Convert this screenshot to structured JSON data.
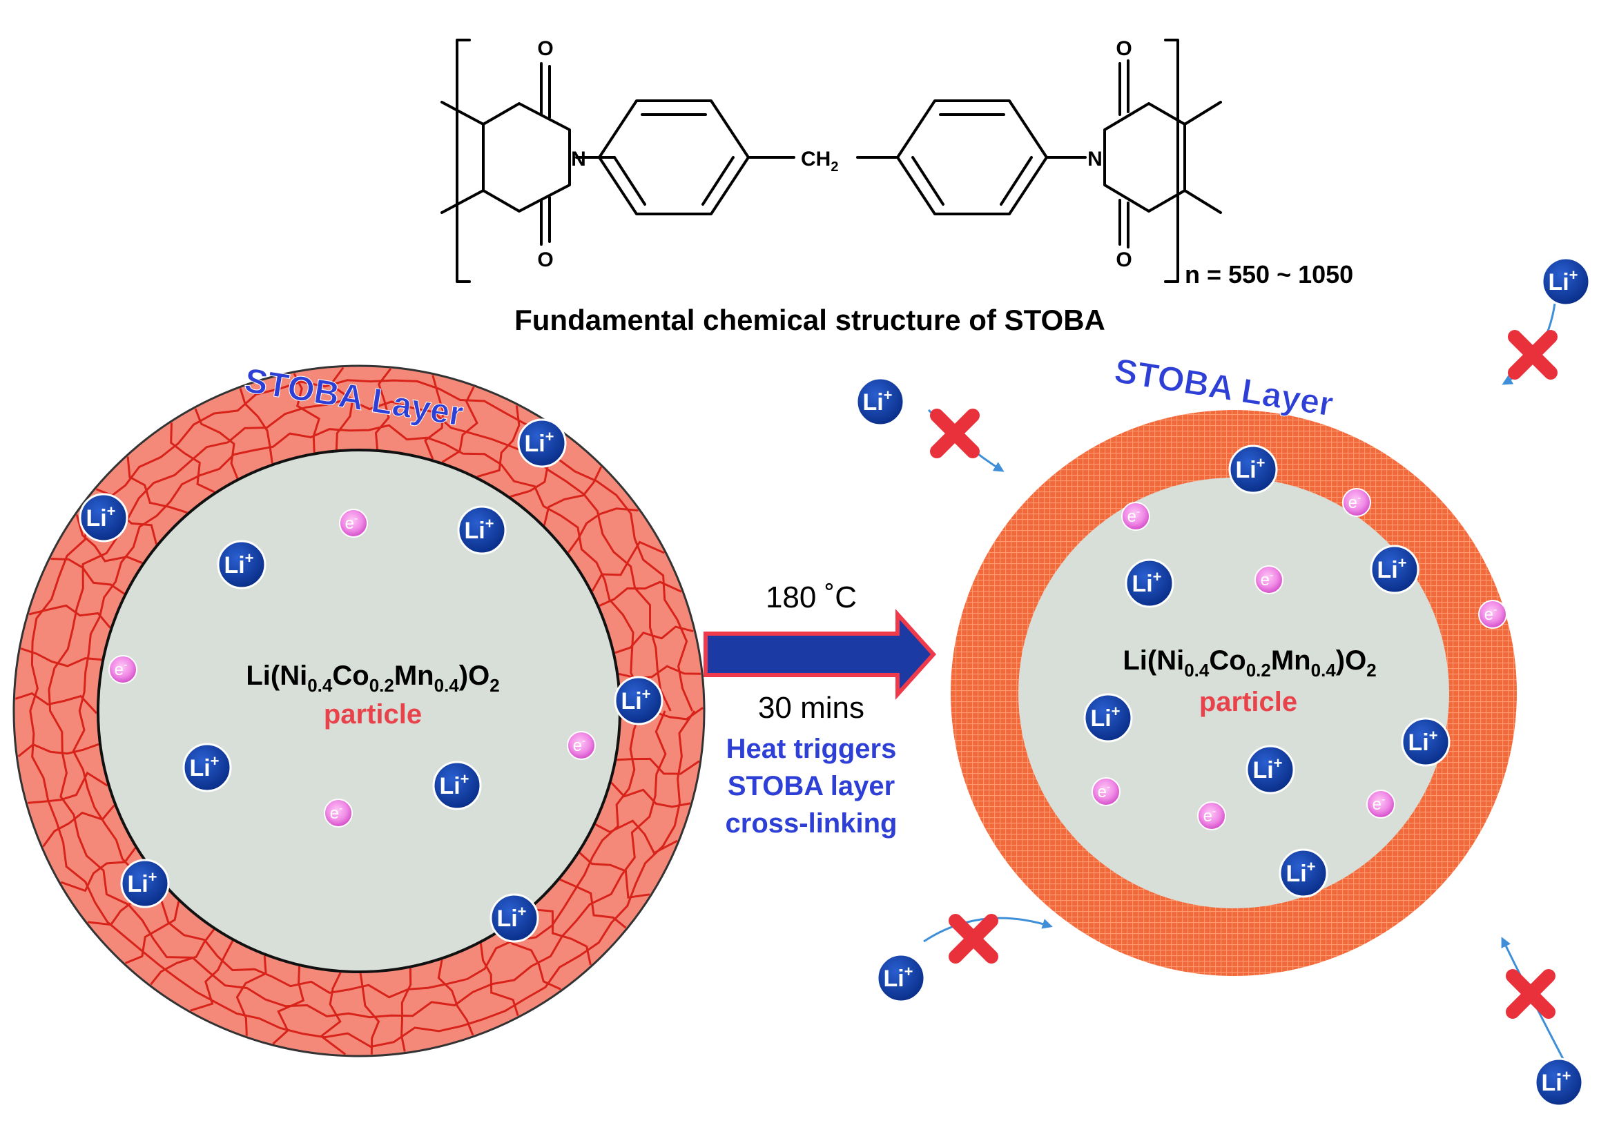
{
  "structure": {
    "atom_o": "O",
    "atom_n": "N",
    "linker_main": "CH",
    "linker_sub": "2",
    "repeat_label": "n = 550 ~ 1050",
    "caption": "Fundamental chemical structure of STOBA"
  },
  "left_particle": {
    "layer_label": "STOBA Layer",
    "formula": {
      "p1": "Li(Ni",
      "s1": "0.4",
      "p2": "Co",
      "s2": "0.2",
      "p3": "Mn",
      "s3": "0.4",
      "p4": ")O",
      "s4": "2"
    },
    "particle_label": "particle"
  },
  "right_particle": {
    "layer_label": "STOBA Layer",
    "formula": {
      "p1": "Li(Ni",
      "s1": "0.4",
      "p2": "Co",
      "s2": "0.2",
      "p3": "Mn",
      "s3": "0.4",
      "p4": ")O",
      "s4": "2"
    },
    "particle_label": "particle"
  },
  "transition": {
    "temperature": "180 ˚C",
    "duration": "30 mins",
    "description_lines": [
      "Heat triggers",
      "STOBA layer",
      "cross-linking"
    ]
  },
  "ions": {
    "lithium": {
      "base": "Li",
      "charge": "+"
    },
    "electron": {
      "base": "e",
      "charge": "-"
    }
  },
  "colors": {
    "cracked_shell": "#f4897a",
    "crack_lines": "#d8231a",
    "crosslinked_shell": "#f26a3c",
    "core": "#d8dfd8",
    "li_ion": "#0b3ea8",
    "electron": "#e25ad8",
    "label_blue": "#2e3fd6",
    "particle_red": "#e8424a",
    "arrow_fill": "#1c3aa4",
    "arrow_outline": "#ee3a4a",
    "block_x": "#e8313a",
    "li_path": "#3f8fd8"
  }
}
